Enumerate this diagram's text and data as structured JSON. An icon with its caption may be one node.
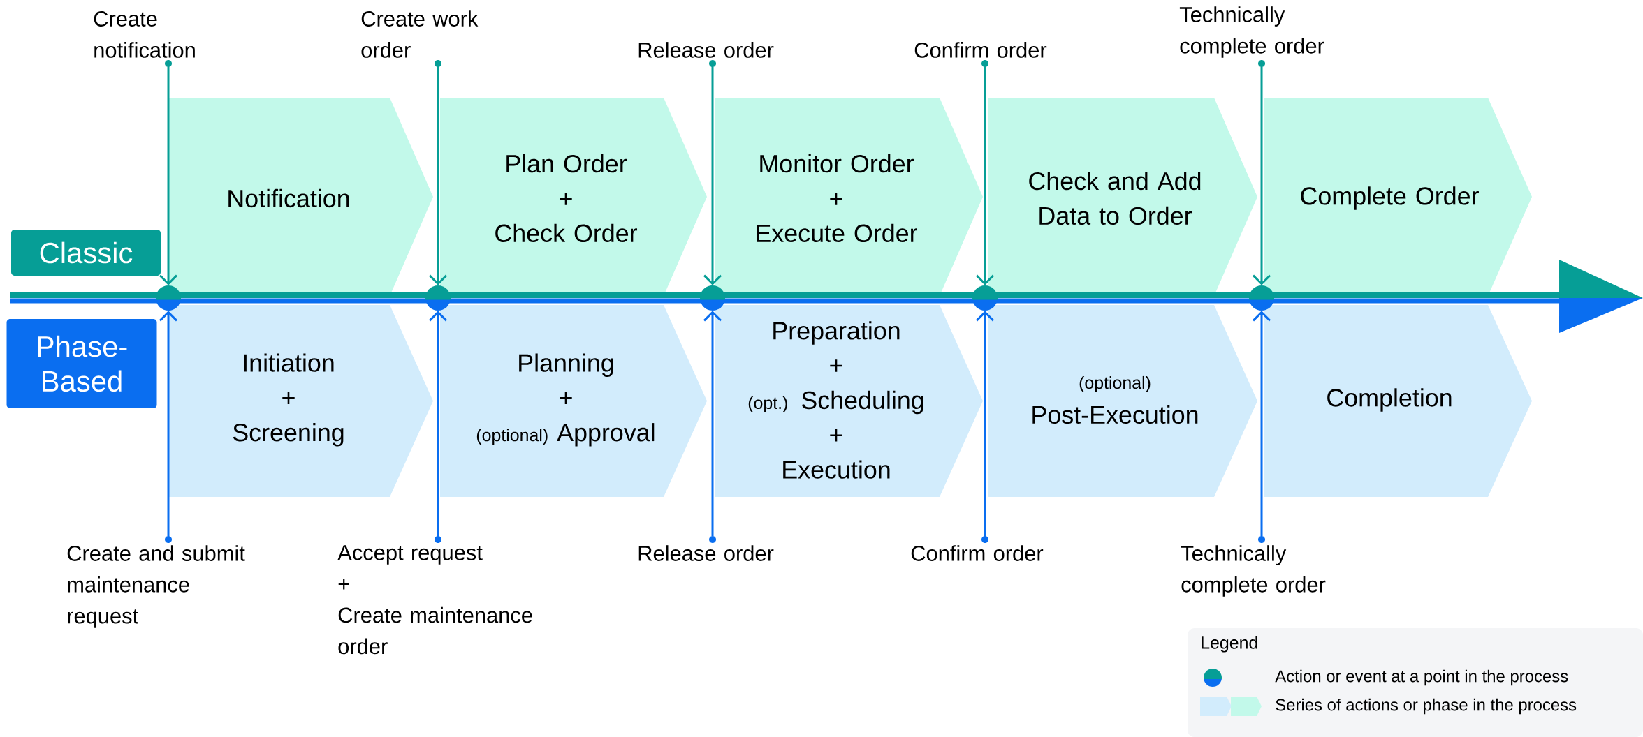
{
  "diagram": {
    "nodes": [
      {
        "text": [
          "Classic"
        ]
      },
      {
        "text": [
          "Phase-Based"
        ]
      },
      {
        "text": [
          "Notification"
        ]
      },
      {
        "text": [
          "Plan Order",
          "+",
          "Check Order"
        ]
      },
      {
        "text": [
          "Monitor Order",
          "+",
          "Execute Order"
        ]
      },
      {
        "text": [
          "Check and Add Data to Order"
        ]
      },
      {
        "text": [
          "Complete Order"
        ]
      },
      {
        "text": [
          "Initiation",
          "+",
          "Screening"
        ]
      },
      {
        "text": [
          "Planning",
          "+",
          "(optional)",
          "Approval"
        ]
      },
      {
        "text": [
          "Preparation",
          "+",
          "(opt.)",
          "Scheduling",
          "+",
          "Execution"
        ]
      },
      {
        "text": [
          "(optional)",
          "Post-Execution"
        ]
      },
      {
        "text": [
          "Completion"
        ]
      },
      {
        "text": [],
        "shape": "circle"
      },
      {
        "text": [],
        "shape": "circle"
      },
      {
        "text": [],
        "shape": "circle"
      },
      {
        "text": [],
        "shape": "circle"
      },
      {
        "text": [],
        "shape": "circle"
      },
      {
        "text": [
          "Create notification"
        ]
      },
      {
        "text": [
          "Create work order"
        ]
      },
      {
        "text": [
          "Release order"
        ]
      },
      {
        "text": [
          "Confirm order"
        ]
      },
      {
        "text": [
          "Technically complete order"
        ]
      },
      {
        "text": [
          "Create and submit maintenance request"
        ]
      },
      {
        "text": [
          "Accept request",
          "+",
          "Create maintenance order"
        ]
      },
      {
        "text": [
          "Release order"
        ]
      },
      {
        "text": [
          "Confirm order"
        ]
      },
      {
        "text": [
          "Technically complete order"
        ]
      }
    ],
    "edges": [
      {
        "from": 17,
        "to": 12,
        "arrow": "to"
      },
      {
        "from": 18,
        "to": 13,
        "arrow": "to"
      },
      {
        "from": 19,
        "to": 14,
        "arrow": "to"
      },
      {
        "from": 20,
        "to": 15,
        "arrow": "to"
      },
      {
        "from": 21,
        "to": 16,
        "arrow": "to"
      },
      {
        "from": 22,
        "to": 12,
        "arrow": "to",
        "color": "#0a6ef0"
      },
      {
        "from": 23,
        "to": 13,
        "arrow": "to",
        "color": "#0a6ef0"
      },
      {
        "from": 24,
        "to": 14,
        "arrow": "to",
        "color": "#0a6ef0"
      },
      {
        "from": 25,
        "to": 15,
        "arrow": "to",
        "color": "#0a6ef0"
      },
      {
        "from": 26,
        "to": 16,
        "arrow": "to",
        "color": "#0a6ef0"
      }
    ],
    "labels": [
      "Legend"
    ],
    "legend": [
      {
        "text": "Action or event at a point in the process"
      },
      {
        "text": "Series of actions or phase in the process"
      }
    ]
  }
}
